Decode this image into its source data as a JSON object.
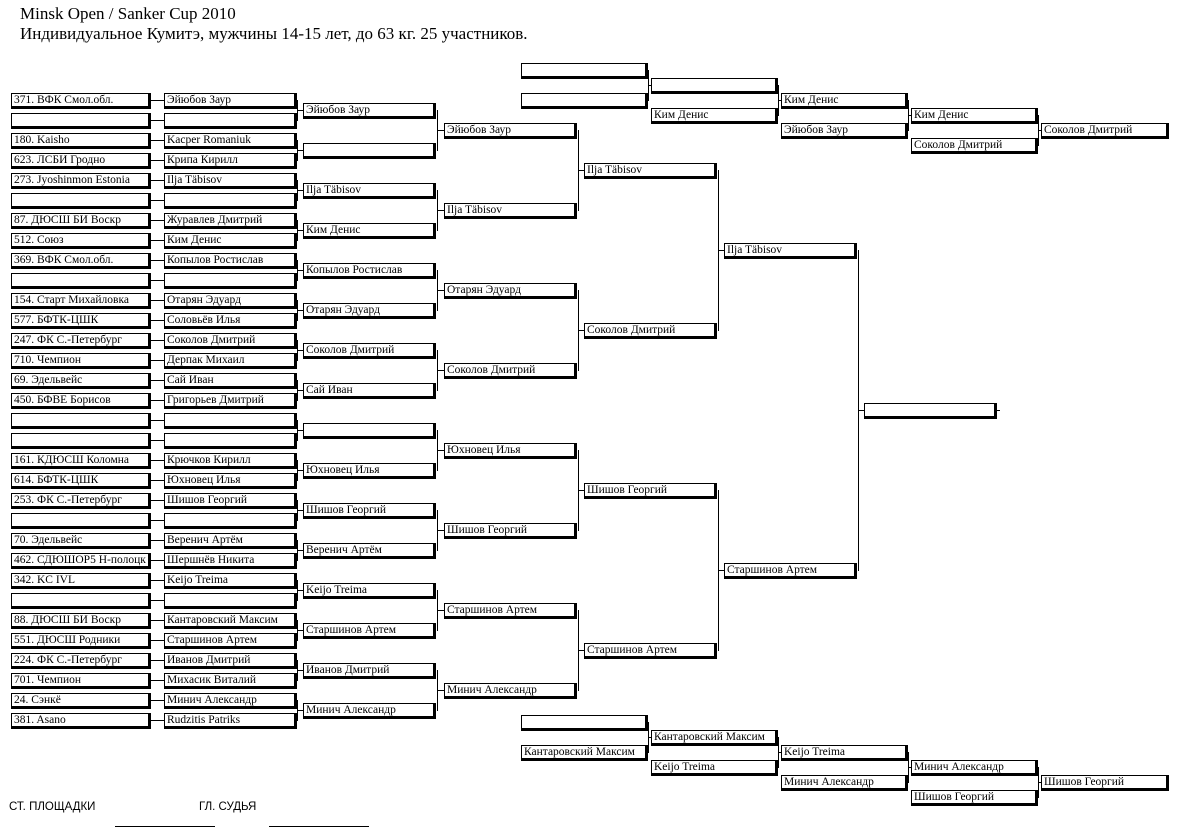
{
  "header": {
    "title": "Minsk Open / Sanker Cup 2010",
    "subtitle": "Индивидуальное Кумитэ, мужчины 14-15 лет, до  63 кг. 25 участников."
  },
  "entries": [
    {
      "club": "371. ВФК Смол.обл.",
      "name": "Эйюбов Заур"
    },
    {
      "club": "",
      "name": ""
    },
    {
      "club": "180. Kaisho",
      "name": "Kacper Romaniuk"
    },
    {
      "club": "623. ЛСБИ Гродно",
      "name": "Крипа Кирилл"
    },
    {
      "club": "273. Jyoshinmon Estonia",
      "name": "Ilja Täbisov"
    },
    {
      "club": "",
      "name": ""
    },
    {
      "club": "87. ДЮСШ БИ Воскр",
      "name": "Журавлев Дмитрий"
    },
    {
      "club": "512. Союз",
      "name": "Ким Денис"
    },
    {
      "club": "369. ВФК Смол.обл.",
      "name": "Копылов Ростислав"
    },
    {
      "club": "",
      "name": ""
    },
    {
      "club": "154. Старт Михайловка",
      "name": "Отарян Эдуард"
    },
    {
      "club": "577. БФТК-ЦШК",
      "name": "Соловьёв Илья"
    },
    {
      "club": "247. ФК С.-Петербург",
      "name": "Соколов Дмитрий"
    },
    {
      "club": "710. Чемпион",
      "name": "Дерпак Михаил"
    },
    {
      "club": "69. Эдельвейс",
      "name": "Сай Иван"
    },
    {
      "club": "450. БФВЕ Борисов",
      "name": "Григорьев Дмитрий"
    },
    {
      "club": "",
      "name": ""
    },
    {
      "club": "",
      "name": ""
    },
    {
      "club": "161. КДЮСШ  Коломна",
      "name": "Крючков Кирилл"
    },
    {
      "club": "614. БФТК-ЦШК",
      "name": "Юхновец Илья"
    },
    {
      "club": "253. ФК С.-Петербург",
      "name": "Шишов Георгий"
    },
    {
      "club": "",
      "name": ""
    },
    {
      "club": "70. Эдельвейс",
      "name": "Веренич Артём"
    },
    {
      "club": "462. СДЮШОР5 Н-полоцк",
      "name": "Шершнёв Никита"
    },
    {
      "club": "342. KC IVL",
      "name": "Keijo Treima"
    },
    {
      "club": "",
      "name": ""
    },
    {
      "club": "88. ДЮСШ БИ Воскр",
      "name": "Кантаровский Максим"
    },
    {
      "club": "551. ДЮСШ Родники",
      "name": "Старшинов Артем"
    },
    {
      "club": "224. ФК С.-Петербург",
      "name": "Иванов Дмитрий"
    },
    {
      "club": "701. Чемпион",
      "name": "Михасик Виталий"
    },
    {
      "club": "24. Сэнкё",
      "name": "Минич Александр"
    },
    {
      "club": "381. Asano",
      "name": "Rudzitis Patriks"
    }
  ],
  "round2": [
    "Эйюбов Заур",
    "",
    "Ilja Täbisov",
    "Ким Денис",
    "Копылов Ростислав",
    "Отарян Эдуард",
    "Соколов Дмитрий",
    "Сай Иван",
    "",
    "Юхновец Илья",
    "Шишов Георгий",
    "Веренич Артём",
    "Keijo Treima",
    "Старшинов Артем",
    "Иванов Дмитрий",
    "Минич Александр"
  ],
  "round3": [
    "Эйюбов Заур",
    "Ilja Täbisov",
    "Отарян Эдуард",
    "Соколов Дмитрий",
    "Юхновец Илья",
    "Шишов Георгий",
    "Старшинов Артем",
    "Минич Александр"
  ],
  "round4": [
    "Ilja Täbisov",
    "Соколов Дмитрий",
    "Шишов Георгий",
    "Старшинов Артем"
  ],
  "semifinal": [
    "Ilja Täbisov",
    "Старшинов Артем"
  ],
  "final": "",
  "repechage_top": {
    "r1": [
      "",
      ""
    ],
    "r2": [
      "",
      "Ким Денис"
    ],
    "r3": [
      "Ким Денис",
      "Эйюбов Заур"
    ],
    "r4": [
      "Ким Денис",
      "Соколов Дмитрий"
    ],
    "winner": "Соколов Дмитрий"
  },
  "repechage_bottom": {
    "r1": [
      "",
      "Кантаровский Максим"
    ],
    "r2": [
      "Кантаровский Максим",
      "Keijo Treima"
    ],
    "r3": [
      "Keijo Treima",
      "Минич Александр"
    ],
    "r4": [
      "Минич Александр",
      "Шишов Георгий"
    ],
    "winner": "Шишов Георгий"
  },
  "footer": {
    "site_chief": "СТ. ПЛОЩАДКИ",
    "chief_referee": "ГЛ. СУДЬЯ"
  }
}
